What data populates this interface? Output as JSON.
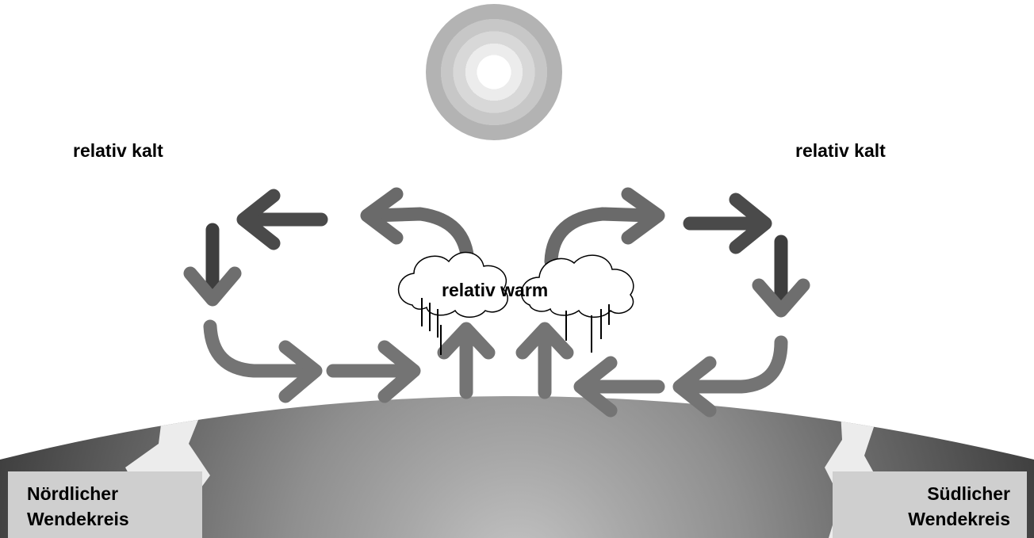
{
  "labels": {
    "kalt_left": "relativ kalt",
    "kalt_right": "relativ kalt",
    "warm": "relativ warm",
    "north_line1": "Nördlicher",
    "north_line2": "Wendekreis",
    "south_line1": "Südlicher",
    "south_line2": "Wendekreis"
  },
  "icons": [
    "sun-icon",
    "cloud-icon",
    "rain-icon",
    "arrow-icon",
    "earth-icon"
  ],
  "colors": {
    "background": "#ffffff",
    "arrow": "#6e6e6e",
    "arrow_dark": "#3f3f3f",
    "earth_center": "#bdbdbd",
    "earth_edge": "#3a3a3a",
    "tropic_band": "#e8e8e8",
    "sun_outer": "#b3b3b3",
    "sun_inner": "#ffffff"
  }
}
